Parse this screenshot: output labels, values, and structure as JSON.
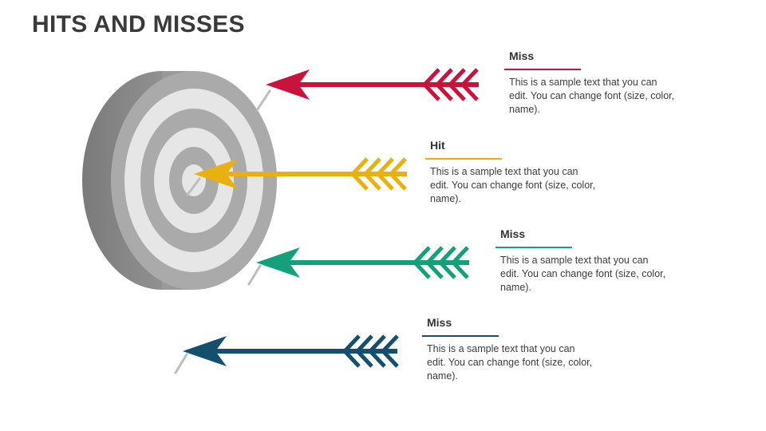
{
  "slide": {
    "title": "HITS AND MISSES"
  },
  "target": {
    "face_colors": [
      "#aaaaaa",
      "#e6e6e6",
      "#aaaaaa",
      "#e6e6e6",
      "#aaaaaa",
      "#e6e6e6"
    ],
    "side_color": "#8c8c8c"
  },
  "arrows": [
    {
      "title": "Miss",
      "body": "This is a sample text that you can edit. You can change font (size, color, name).",
      "color": "#c8143c"
    },
    {
      "title": "Hit",
      "body": "This is a sample text that you can edit. You can change font (size, color, name).",
      "color": "#e8b010"
    },
    {
      "title": "Miss",
      "body": "This is a sample text that you can edit. You can change font (size, color, name).",
      "color": "#14a07a"
    },
    {
      "title": "Miss",
      "body": "This is a sample text that you can edit. You can change font (size, color, name).",
      "color": "#14506e"
    }
  ]
}
